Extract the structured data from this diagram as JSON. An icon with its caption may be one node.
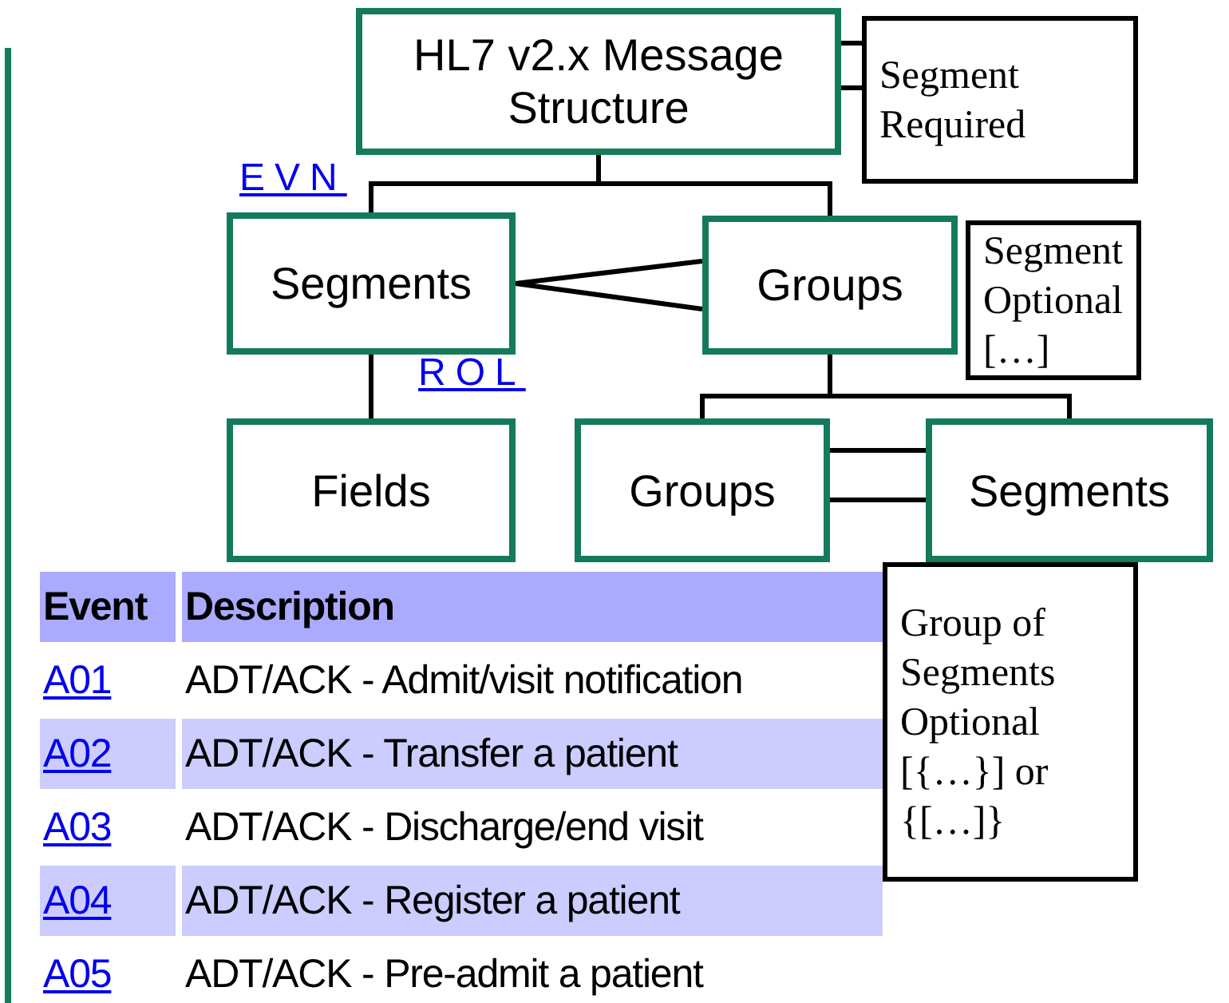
{
  "diagram": {
    "nodes": [
      {
        "text": [
          "HL7 v2.x Message Structure"
        ]
      },
      {
        "text": [
          "Segment Required"
        ]
      },
      {
        "text": [
          "Segments"
        ]
      },
      {
        "text": [
          "Groups"
        ]
      },
      {
        "text": [
          "Segment Optional […]"
        ]
      },
      {
        "text": [
          "Fields"
        ]
      },
      {
        "text": [
          "Groups"
        ]
      },
      {
        "text": [
          "Segments"
        ]
      },
      {
        "text": [
          "Group of Segments Optional [{…}] or {[…]}"
        ]
      }
    ],
    "edges": [
      {
        "from": 0,
        "to": 2,
        "arrow": "none"
      },
      {
        "from": 0,
        "to": 3,
        "arrow": "none"
      },
      {
        "from": 2,
        "to": 5,
        "arrow": "none"
      },
      {
        "from": 3,
        "to": 6,
        "arrow": "none"
      },
      {
        "from": 3,
        "to": 7,
        "arrow": "none"
      },
      {
        "from": 2,
        "to": 3,
        "arrow": "none"
      },
      {
        "from": 6,
        "to": 7,
        "arrow": "none"
      },
      {
        "from": 0,
        "to": 1,
        "arrow": "none"
      }
    ],
    "labels": [
      "EVN",
      "ROL",
      "Event",
      "Description",
      "A01",
      "ADT/ACK - Admit/visit notification",
      "A02",
      "ADT/ACK - Transfer a patient",
      "A03",
      "ADT/ACK - Discharge/end visit",
      "A04",
      "ADT/ACK - Register a patient",
      "A05",
      "ADT/ACK - Pre-admit a patient"
    ]
  }
}
